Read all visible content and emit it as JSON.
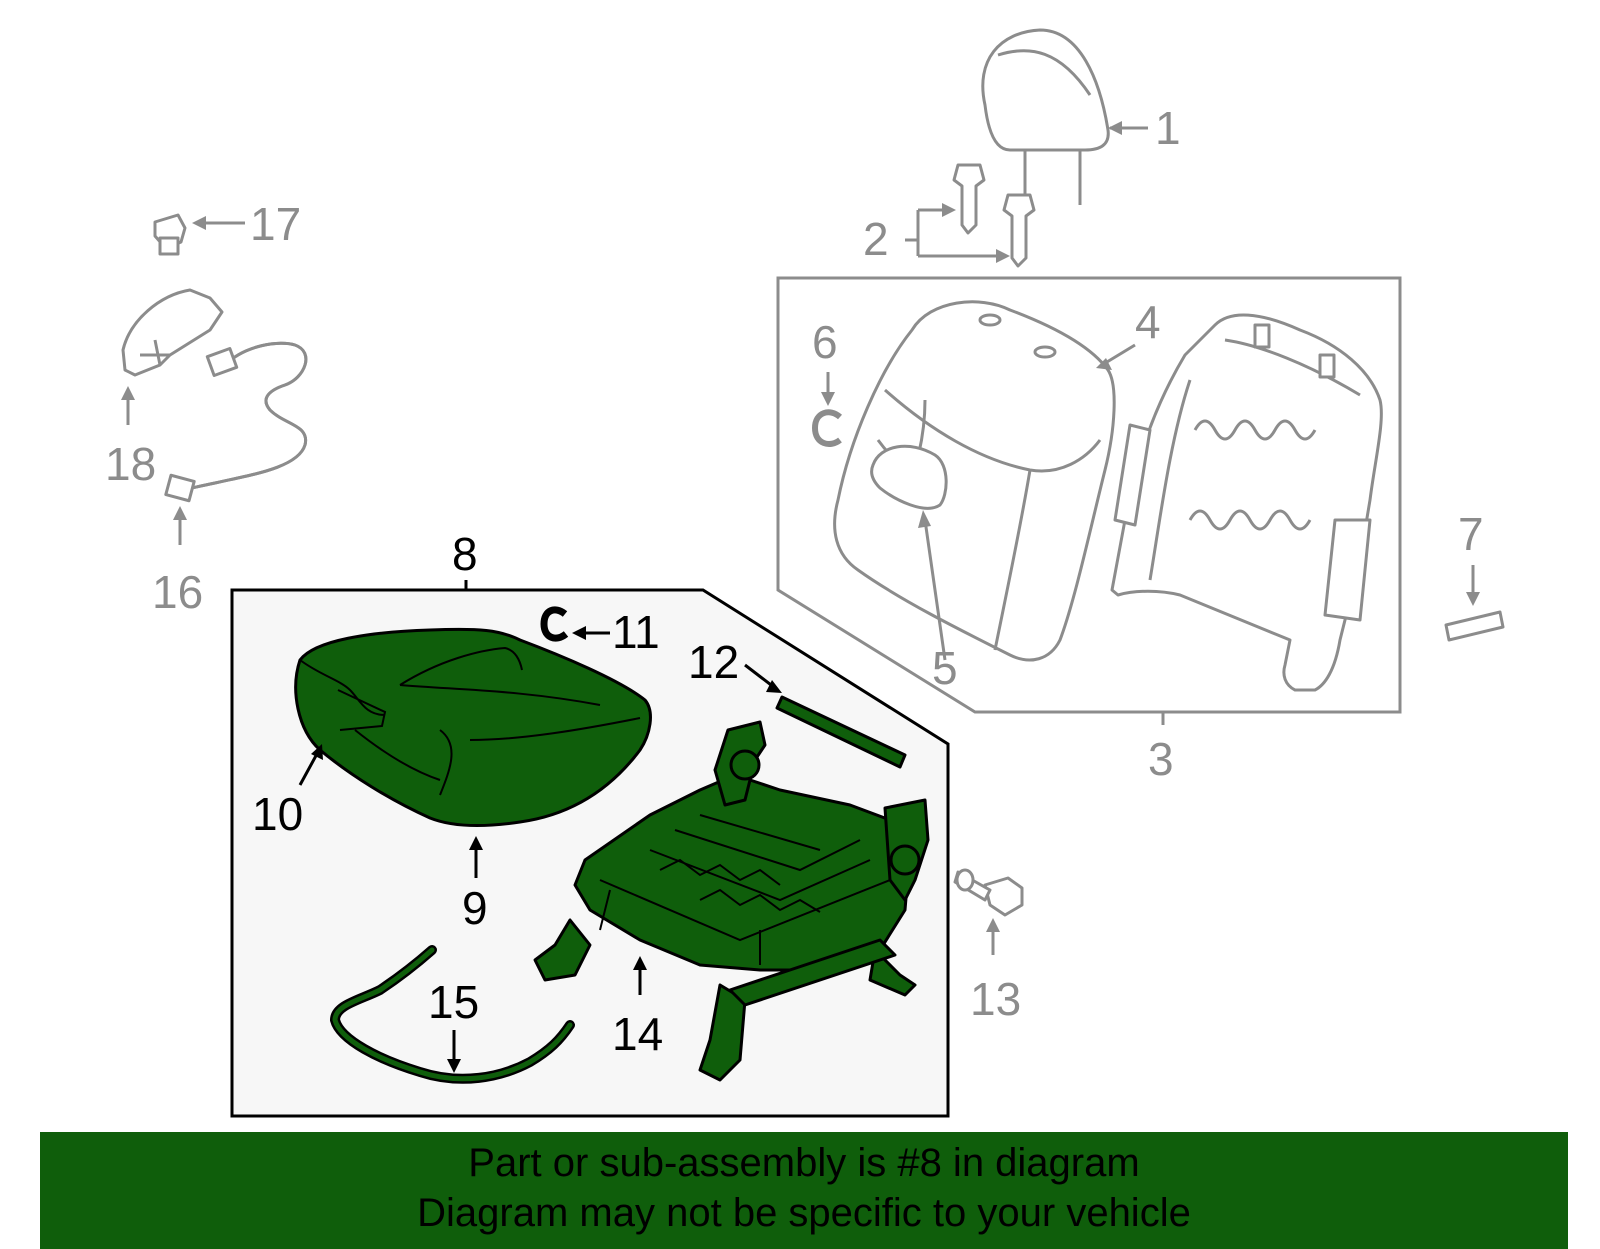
{
  "callouts": {
    "c1": "1",
    "c2": "2",
    "c3": "3",
    "c4": "4",
    "c5": "5",
    "c6": "6",
    "c7": "7",
    "c8": "8",
    "c9": "9",
    "c10": "10",
    "c11": "11",
    "c12": "12",
    "c13": "13",
    "c14": "14",
    "c15": "15",
    "c16": "16",
    "c17": "17",
    "c18": "18"
  },
  "banner": {
    "line1": "Part or sub-assembly is #8 in diagram",
    "line2": "Diagram may not be specific to your vehicle"
  },
  "colors": {
    "highlight": "#0f5e0b",
    "secondary_parts": "#8c8c8c",
    "box_fill": "#f7f7f7"
  }
}
